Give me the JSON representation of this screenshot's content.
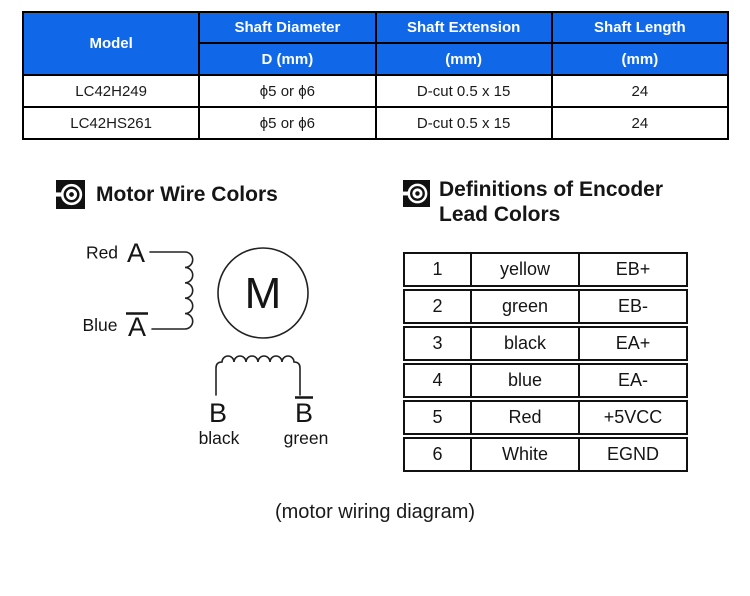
{
  "colors": {
    "spec_header_bg": "#1068E8",
    "spec_header_text": "#FFFFFF",
    "table_border": "#000000",
    "body_text": "#1A1A1A"
  },
  "spec_table": {
    "columns": [
      {
        "title": "Model",
        "sub": ""
      },
      {
        "title": "Shaft Diameter",
        "sub": "D (mm)"
      },
      {
        "title": "Shaft Extension",
        "sub": "(mm)"
      },
      {
        "title": "Shaft Length",
        "sub": "(mm)"
      }
    ],
    "rows": [
      [
        "LC42H249",
        "ϕ5 or ϕ6",
        "D-cut 0.5 x 15",
        "24"
      ],
      [
        "LC42HS261",
        "ϕ5 or ϕ6",
        "D-cut 0.5 x 15",
        "24"
      ]
    ]
  },
  "motor_section": {
    "icon": "bullseye-logo-icon",
    "title": "Motor Wire Colors",
    "diagram": {
      "phase_a_label": "A",
      "phase_a_bar_label": "A",
      "phase_a_color": "Red",
      "phase_a_bar_color": "Blue",
      "motor_letter": "M",
      "phase_b_label": "B",
      "phase_b_bar_label": "B",
      "phase_b_color": "black",
      "phase_b_bar_color": "green"
    }
  },
  "encoder_section": {
    "icon": "bullseye-logo-icon",
    "title_line1": "Definitions of Encoder",
    "title_line2": "Lead Colors",
    "table_rows": [
      {
        "pin": "1",
        "color": "yellow",
        "signal": "EB+"
      },
      {
        "pin": "2",
        "color": "green",
        "signal": "EB-"
      },
      {
        "pin": "3",
        "color": "black",
        "signal": "EA+"
      },
      {
        "pin": "4",
        "color": "blue",
        "signal": "EA-"
      },
      {
        "pin": "5",
        "color": "Red",
        "signal": "+5VCC"
      },
      {
        "pin": "6",
        "color": "White",
        "signal": "EGND"
      }
    ]
  },
  "caption": "(motor wiring diagram)"
}
